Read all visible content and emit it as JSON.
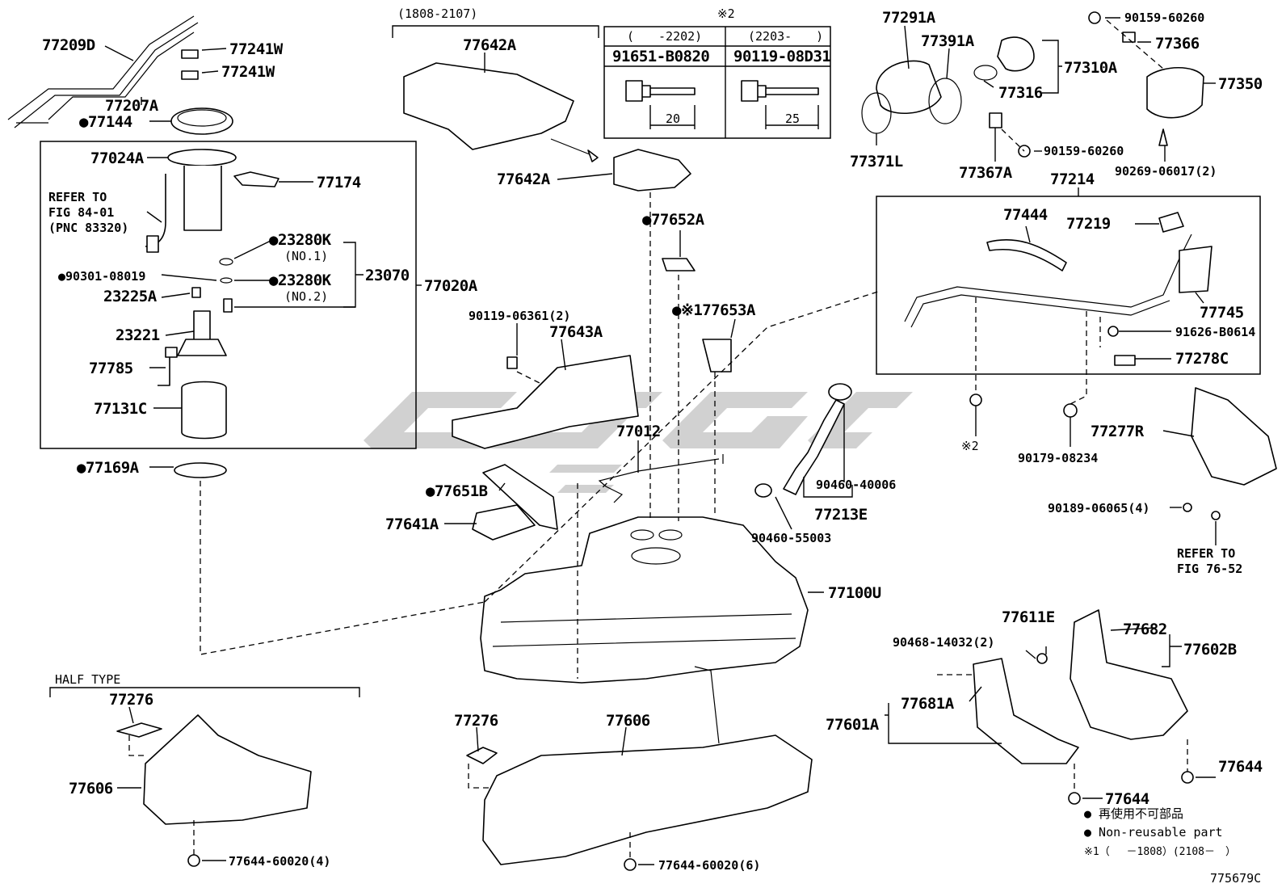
{
  "diagram": {
    "figure_code": "775679C",
    "watermark": "GSGC",
    "box_labels": {
      "date_range": "(1808-2107)",
      "note2_mark": "※2",
      "col1_range": "(　　-2202)",
      "col2_range": "(2203-　　)",
      "col1_part": "91651-B0820",
      "col2_part": "90119-08D31",
      "col1_len": "20",
      "col2_len": "25",
      "half_type": "HALF TYPE"
    },
    "labels": {
      "p77209D": "77209D",
      "p77241W_a": "77241W",
      "p77241W_b": "77241W",
      "p77207A": "77207A",
      "p77144": "●77144",
      "p77024A": "77024A",
      "p77174": "77174",
      "refer1a": "REFER TO",
      "refer1b": "FIG 84-01",
      "refer1c": "(PNC 83320)",
      "p23280K_1": "●23280K",
      "no1": "(NO.1)",
      "p90301": "●90301-08019",
      "p23280K_2": "●23280K",
      "no2": "(NO.2)",
      "p23070": "23070",
      "p77020A": "77020A",
      "p23225A": "23225A",
      "p23221": "23221",
      "p77785": "77785",
      "p77131C": "77131C",
      "p77169A": "●77169A",
      "p77642A_a": "77642A",
      "p77642A_b": "77642A",
      "p77652A": "●77652A",
      "p77653A": "●※177653A",
      "p90119_06361": "90119-06361(2)",
      "p77643A": "77643A",
      "p77012": "77012",
      "p77651B": "●77651B",
      "p77641A": "77641A",
      "p77100U": "77100U",
      "p77291A": "77291A",
      "p77391A": "77391A",
      "p77310A": "77310A",
      "p77316": "77316",
      "p90159_a": "90159-60260",
      "p77366": "77366",
      "p77350": "77350",
      "p77371L": "77371L",
      "p77367A": "77367A",
      "p90159_b": "90159-60260",
      "p90269": "90269-06017(2)",
      "p77214": "77214",
      "p77444": "77444",
      "p77219": "77219",
      "p77745": "77745",
      "p91626": "91626-B0614",
      "p77278C": "77278C",
      "note2_bolt": "※2",
      "p90179": "90179-08234",
      "p77277R": "77277R",
      "p90189": "90189-06065(4)",
      "refer2a": "REFER TO",
      "refer2b": "FIG 76-52",
      "p90460_40006": "90460-40006",
      "p77213E": "77213E",
      "p90460_55003": "90460-55003",
      "p90468": "90468-14032(2)",
      "p77611E": "77611E",
      "p77682": "77682",
      "p77602B": "77602B",
      "p77681A": "77681A",
      "p77601A": "77601A",
      "p77644_a": "77644",
      "p77644_b": "77644",
      "p77276_a": "77276",
      "p77606_a": "77606",
      "p77644_60020_4": "77644-60020(4)",
      "p77276_b": "77276",
      "p77606_b": "77606",
      "p77644_60020_6": "77644-60020(6)"
    },
    "legend": {
      "jp": "● 再使用不可部品",
      "en": "● Non-reusable part",
      "note1": "※1（　 －1808）(2108－　）"
    }
  }
}
